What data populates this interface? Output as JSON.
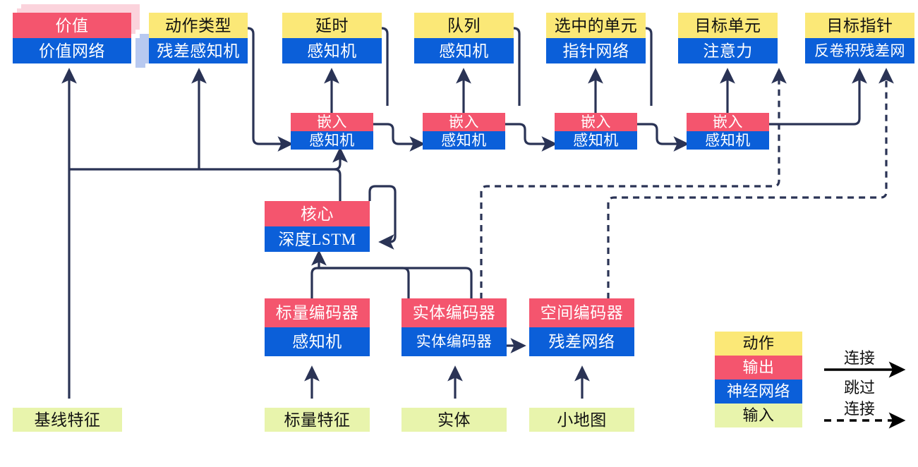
{
  "diagram": {
    "title": "",
    "colors": {
      "action": "#FBE877",
      "output": "#F4556E",
      "network": "#0B5FD9",
      "input": "#E8F4AC",
      "edge": "#2A3355",
      "shadow_output": "#FBD3DC",
      "shadow_network": "#B8C9F0"
    },
    "heads": [
      {
        "action": "价值",
        "network": "价值网络",
        "stacked": true
      },
      {
        "action": "动作类型",
        "network": "残差感知机",
        "stacked": false
      },
      {
        "action": "延时",
        "network": "感知机",
        "stacked": false
      },
      {
        "action": "队列",
        "network": "感知机",
        "stacked": false
      },
      {
        "action": "选中的单元",
        "network": "指针网络",
        "stacked": false
      },
      {
        "action": "目标单元",
        "network": "注意力",
        "stacked": false
      },
      {
        "action": "目标指针",
        "network": "反卷积残差网",
        "stacked": false
      }
    ],
    "embeddings": [
      {
        "output": "嵌入",
        "network": "感知机"
      },
      {
        "output": "嵌入",
        "network": "感知机"
      },
      {
        "output": "嵌入",
        "network": "感知机"
      },
      {
        "output": "嵌入",
        "network": "感知机"
      }
    ],
    "core": {
      "output": "核心",
      "network": "深度LSTM"
    },
    "encoders": [
      {
        "output": "标量编码器",
        "network": "感知机"
      },
      {
        "output": "实体编码器",
        "network": "实体编码器"
      },
      {
        "output": "空间编码器",
        "network": "残差网络"
      }
    ],
    "inputs": [
      {
        "label": "基线特征"
      },
      {
        "label": "标量特征"
      },
      {
        "label": "实体"
      },
      {
        "label": "小地图"
      }
    ],
    "legend": {
      "swatches": [
        {
          "label": "动作",
          "kind": "action"
        },
        {
          "label": "输出",
          "kind": "output"
        },
        {
          "label": "神经网络",
          "kind": "network"
        },
        {
          "label": "输入",
          "kind": "input"
        }
      ],
      "edge_solid_label": "连接",
      "edge_dashed_label_line1": "跳过",
      "edge_dashed_label_line2": "连接"
    }
  }
}
